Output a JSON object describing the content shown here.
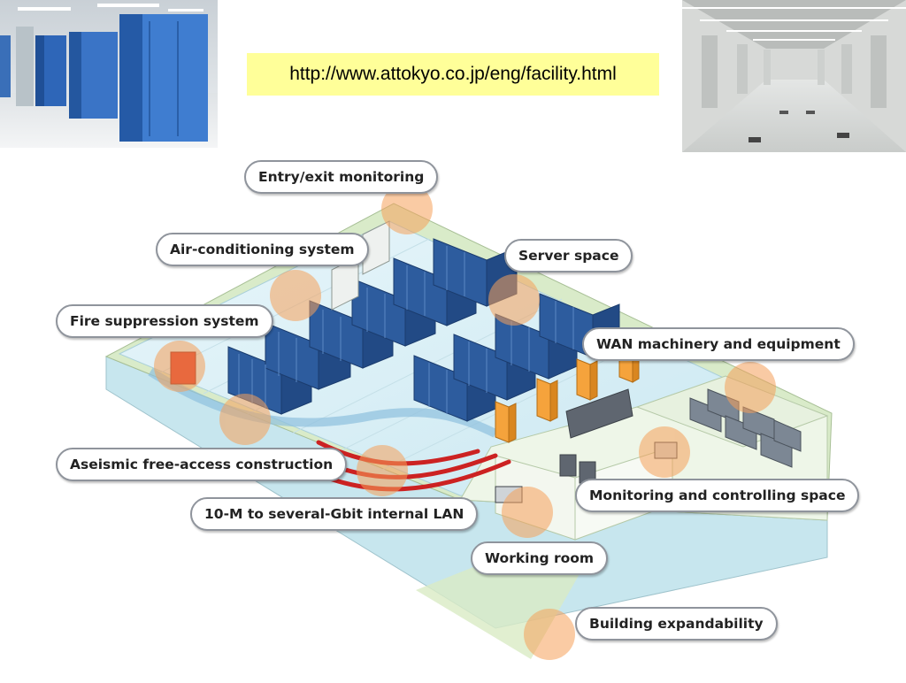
{
  "source_link": "http://www.attokyo.co.jp/eng/facility.html",
  "callouts": {
    "entry_exit": "Entry/exit monitoring",
    "air_conditioning": "Air-conditioning system",
    "server_space": "Server space",
    "fire_suppression": "Fire suppression system",
    "wan": "WAN machinery and equipment",
    "aseismic": "Aseismic free-access construction",
    "monitoring": "Monitoring and controlling space",
    "lan": "10-M to several-Gbit internal LAN",
    "working_room": "Working room",
    "expandability": "Building expandability"
  },
  "colors": {
    "highlight": "#f5a05a",
    "server_rack": "#2d5c9e",
    "floor": "#dff1f7",
    "url_background": "#ffff99"
  }
}
